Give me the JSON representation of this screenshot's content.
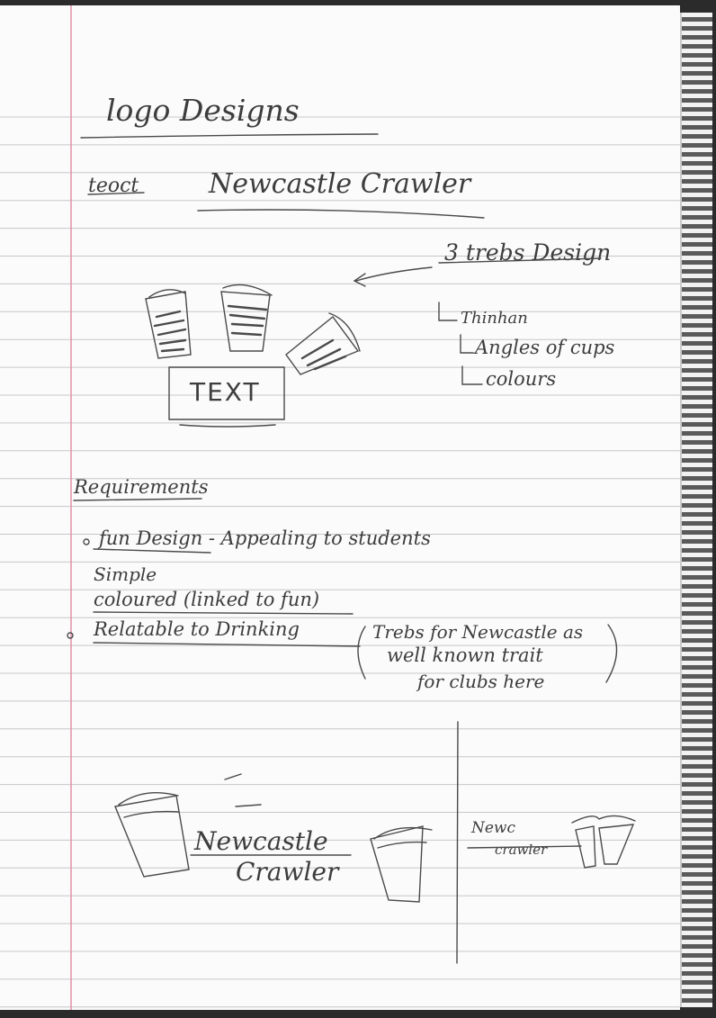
{
  "header": {
    "title": "logo Designs"
  },
  "text_row": {
    "label": "teoct",
    "name": "Newcastle Crawler"
  },
  "design": {
    "title": "3 trebs Design",
    "points": [
      "Thinhan",
      "Angles of cups",
      "colours"
    ],
    "sketch_label": "TEXT"
  },
  "requirements": {
    "heading": "Requirements",
    "items": [
      "fun Design - Appealing to students",
      "Simple",
      "coloured (linked to fun)",
      "Relatable to Drinking"
    ],
    "note_lines": [
      "Trebs for Newcastle as",
      "well known trait",
      "for clubs here"
    ]
  },
  "logo_sketch": {
    "line1": "Newcastle",
    "line2": "Crawler"
  },
  "small_logo": {
    "line1": "Newc",
    "line2": "crawler"
  },
  "colors": {
    "ink": "#3d3d3d",
    "margin": "#e58fa8",
    "rule": "#c8c8c8"
  }
}
